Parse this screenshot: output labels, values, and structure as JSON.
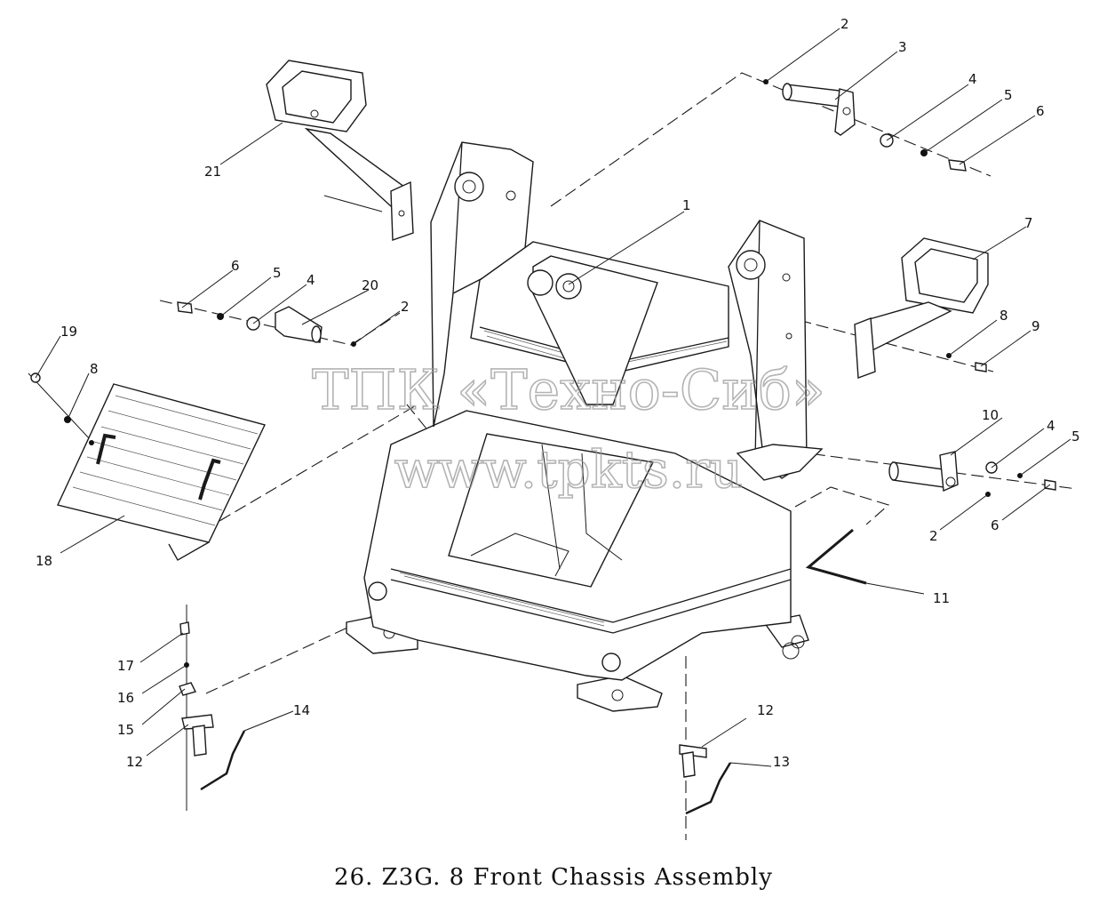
{
  "caption": "26. Z3G. 8   Front Chassis Assembly",
  "watermark": {
    "line1": "ТПК «Техно-Сиб»",
    "line2": "www.tpkts.ru"
  },
  "callouts": [
    {
      "id": "c-2a",
      "label": "2"
    },
    {
      "id": "c-3",
      "label": "3"
    },
    {
      "id": "c-4a",
      "label": "4"
    },
    {
      "id": "c-5a",
      "label": "5"
    },
    {
      "id": "c-6a",
      "label": "6"
    },
    {
      "id": "c-21",
      "label": "21"
    },
    {
      "id": "c-1",
      "label": "1"
    },
    {
      "id": "c-7",
      "label": "7"
    },
    {
      "id": "c-6b",
      "label": "6"
    },
    {
      "id": "c-5b",
      "label": "5"
    },
    {
      "id": "c-4b",
      "label": "4"
    },
    {
      "id": "c-20",
      "label": "20"
    },
    {
      "id": "c-2b",
      "label": "2"
    },
    {
      "id": "c-8a",
      "label": "8"
    },
    {
      "id": "c-9",
      "label": "9"
    },
    {
      "id": "c-19",
      "label": "19"
    },
    {
      "id": "c-8b",
      "label": "8"
    },
    {
      "id": "c-10",
      "label": "10"
    },
    {
      "id": "c-4c",
      "label": "4"
    },
    {
      "id": "c-5c",
      "label": "5"
    },
    {
      "id": "c-2c",
      "label": "2"
    },
    {
      "id": "c-6c",
      "label": "6"
    },
    {
      "id": "c-18",
      "label": "18"
    },
    {
      "id": "c-11",
      "label": "11"
    },
    {
      "id": "c-17",
      "label": "17"
    },
    {
      "id": "c-16",
      "label": "16"
    },
    {
      "id": "c-15",
      "label": "15"
    },
    {
      "id": "c-12a",
      "label": "12"
    },
    {
      "id": "c-14",
      "label": "14"
    },
    {
      "id": "c-12b",
      "label": "12"
    },
    {
      "id": "c-13",
      "label": "13"
    }
  ]
}
